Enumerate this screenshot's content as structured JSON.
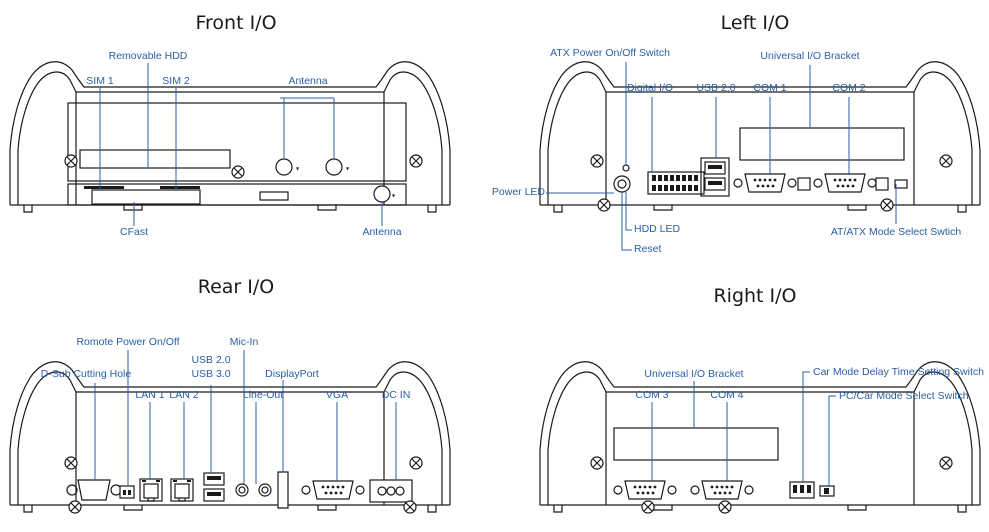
{
  "views": {
    "front": {
      "title": "Front I/O",
      "labels": [
        "Removable HDD",
        "SIM 1",
        "SIM 2",
        "Antenna",
        "CFast",
        "Antenna"
      ]
    },
    "left": {
      "title": "Left I/O",
      "labels": [
        "ATX Power On/Off Switch",
        "Universal I/O Bracket",
        "Digital I/O",
        "USB 2.0",
        "COM 1",
        "COM 2",
        "Power LED",
        "HDD LED",
        "Reset",
        "AT/ATX Mode Select Swtich"
      ]
    },
    "rear": {
      "title": "Rear I/O",
      "labels": [
        "Romote Power On/Off",
        "Mic-In",
        "USB 2.0",
        "USB 3.0",
        "D-Sub Cutting Hole",
        "LAN 1",
        "LAN 2",
        "Line-Out",
        "DisplayPort",
        "VGA",
        "DC IN"
      ]
    },
    "right": {
      "title": "Right I/O",
      "labels": [
        "Universal I/O Bracket",
        "Car Mode Delay Time Setting Switch",
        "PC/Car Mode Select Switch",
        "COM 3",
        "COM 4"
      ]
    }
  }
}
